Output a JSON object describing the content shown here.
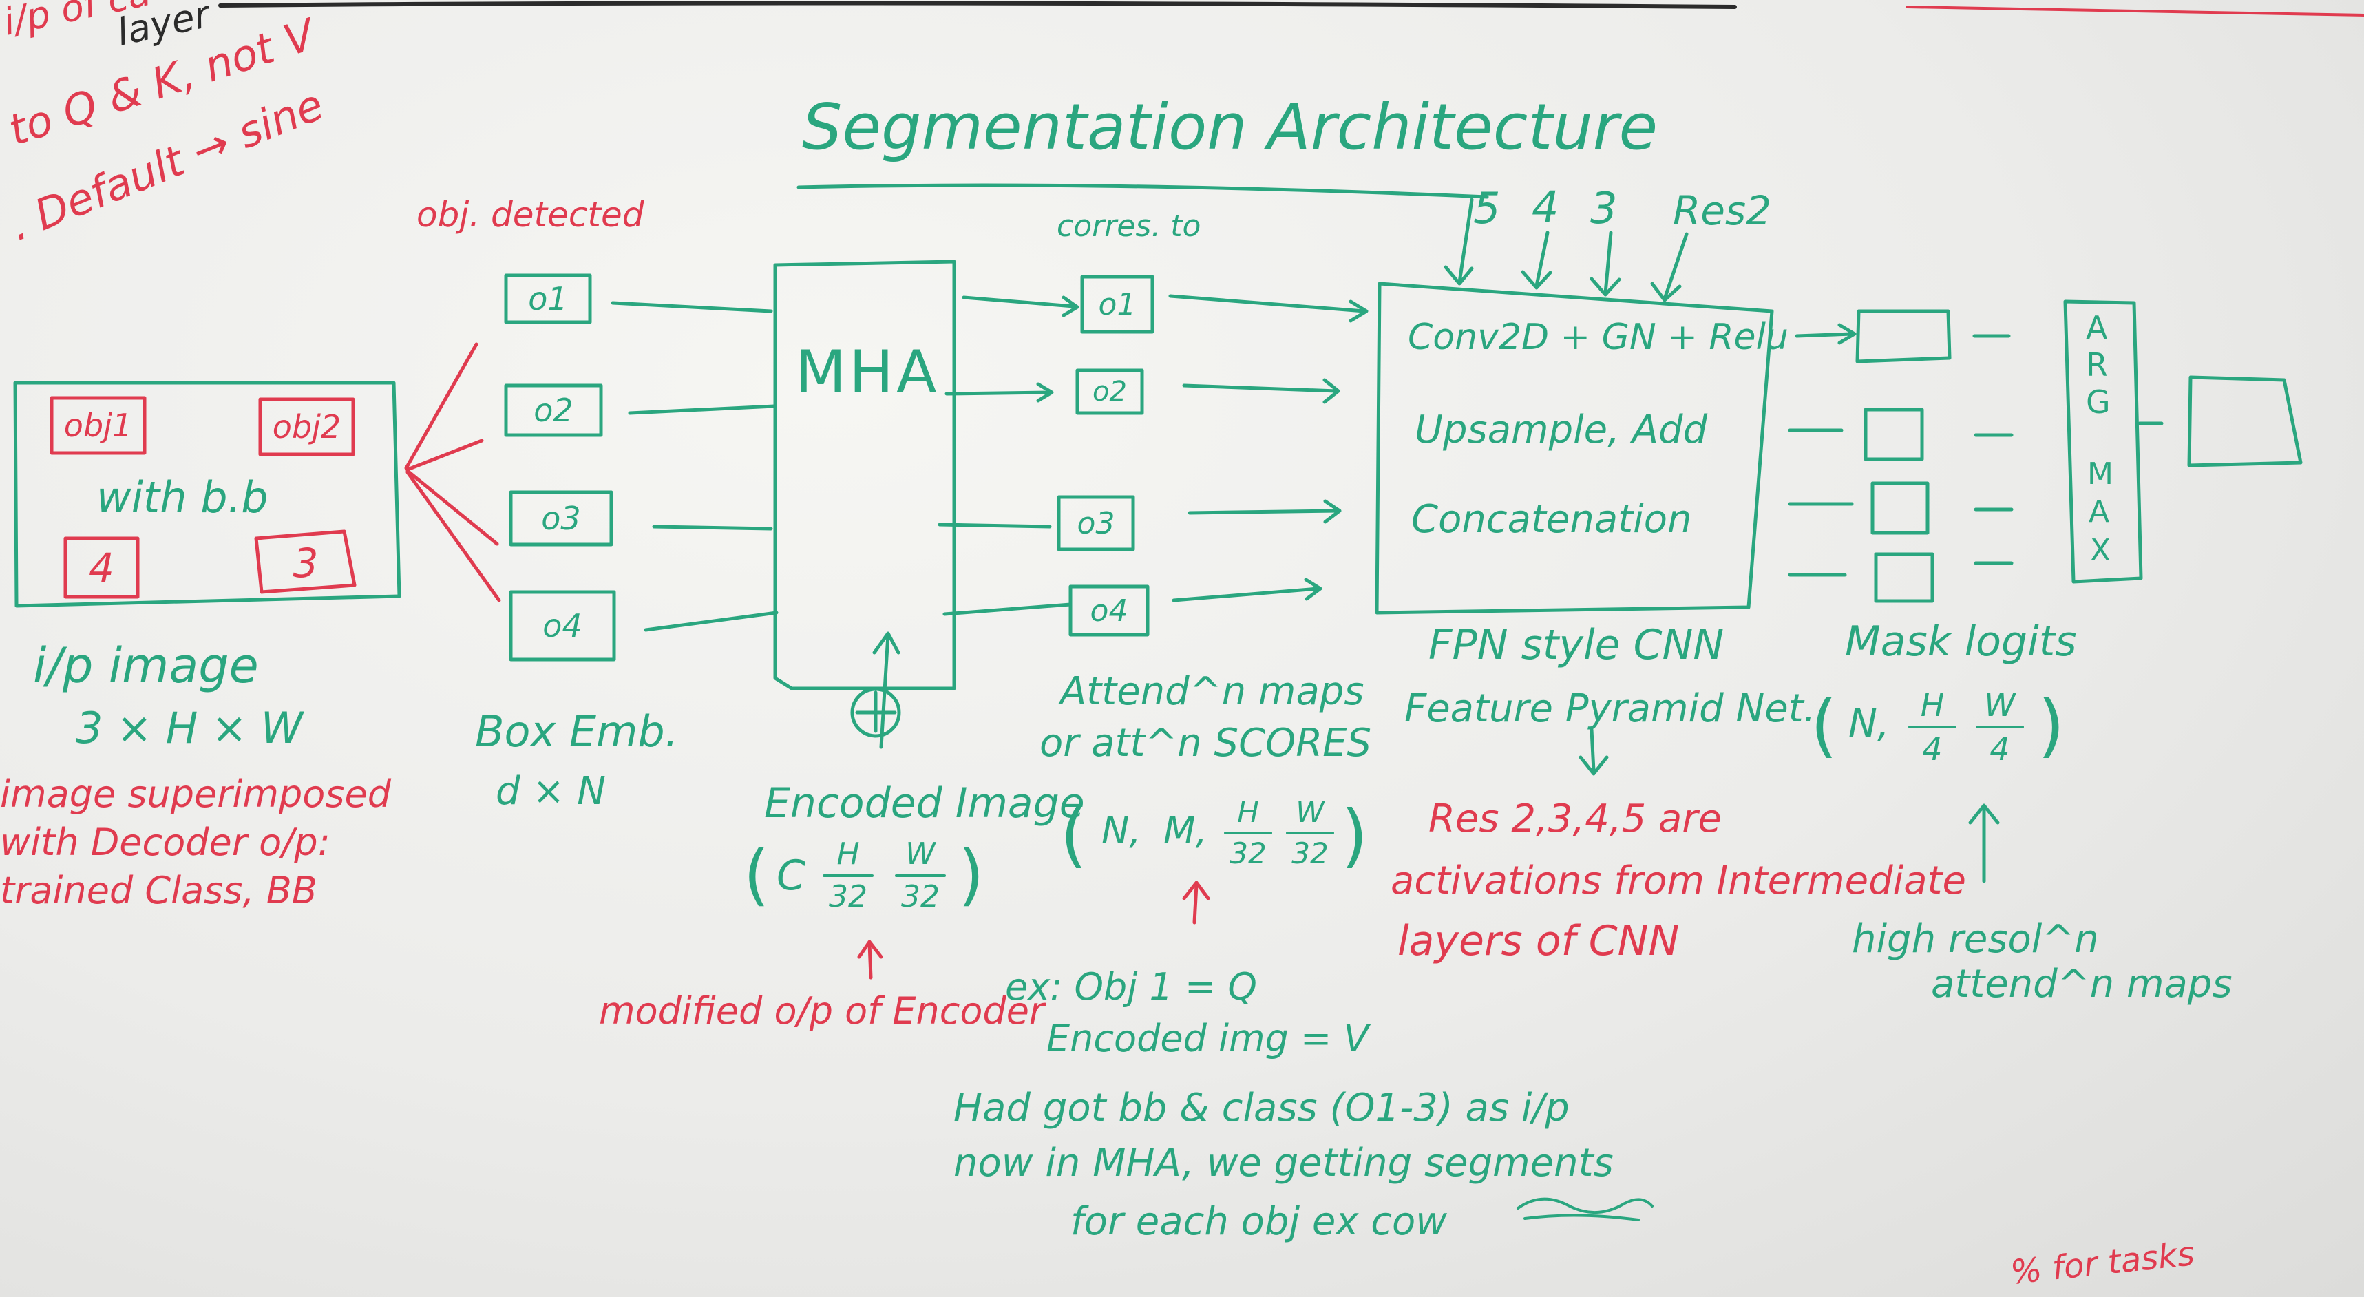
{
  "colors": {
    "green": "#2aa67f",
    "red": "#e03b4f",
    "board": "#efefec"
  },
  "corner": {
    "text_1": "i/p of ca",
    "text_2": "layer",
    "text_3": "to Q & K, not V",
    "text_4": ". Default → sine",
    "text_5": "% for tasks"
  },
  "title": "Segmentation Architecture",
  "input_image": {
    "objects": [
      "obj1",
      "obj2",
      "4",
      "3"
    ],
    "caption": "with b.b",
    "label_1": "i/p image",
    "label_2": "3 × H × W",
    "note_1": "image superimposed",
    "note_2": "with Decoder o/p:",
    "note_3": "trained Class, BB"
  },
  "objects_detected": {
    "label": "obj. detected",
    "boxes": [
      "o1",
      "o2",
      "o3",
      "o4"
    ],
    "label_bottom_1": "Box Emb.",
    "label_bottom_2": "d × N"
  },
  "mha": {
    "label": "MHA",
    "encoded_label": "Encoded Image",
    "dims": {
      "open": "(",
      "c": "C",
      "h_num": "H",
      "h_den": "32",
      "w_num": "W",
      "w_den": "32",
      "close": ")"
    },
    "note": "modified o/p of Encoder"
  },
  "attention": {
    "label_top": "corres. to",
    "boxes": [
      "o1",
      "o2",
      "o3",
      "o4"
    ],
    "label_1": "Attend^n maps",
    "label_2": "or att^n SCORES",
    "dims": {
      "open": "(",
      "n": "N,",
      "m": "M,",
      "h_num": "H",
      "h_den": "32",
      "w_num": "W",
      "w_den": "32",
      "close": ")"
    },
    "note_1": "ex: Obj 1 = Q",
    "note_2": "Encoded img = V",
    "note_3": "Had got bb & class (O1-3) as i/p",
    "note_4": "now in MHA, we getting segments",
    "note_5": "for each obj ex cow"
  },
  "fpn": {
    "res_labels": [
      "5",
      "4",
      "3",
      "Res2"
    ],
    "lines": [
      "Conv2D + GN + Relu",
      "Upsample, Add",
      "Concatenation"
    ],
    "label_1": "FPN style CNN",
    "label_2": "Feature Pyramid Net.",
    "note_1": "Res 2,3,4,5 are",
    "note_2": "activations from Intermediate",
    "note_3": "layers of CNN"
  },
  "mask": {
    "label": "Mask logits",
    "dims": {
      "open": "(",
      "n": "N,",
      "h_num": "H",
      "h_den": "4",
      "w_num": "W",
      "w_den": "4",
      "close": ")"
    },
    "note_1": "high resol^n",
    "note_2": "attend^n maps"
  },
  "argmax": {
    "letters": [
      "A",
      "R",
      "G",
      "M",
      "A",
      "X"
    ]
  }
}
